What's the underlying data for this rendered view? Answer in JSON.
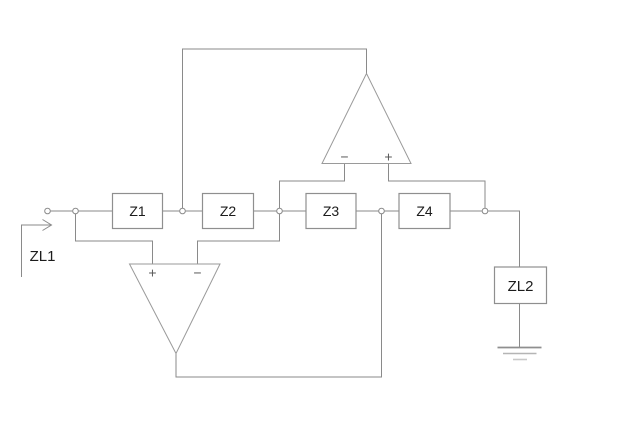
{
  "diagram": {
    "type": "circuit-schematic",
    "components": {
      "z1": {
        "label": "Z1"
      },
      "z2": {
        "label": "Z2"
      },
      "z3": {
        "label": "Z3"
      },
      "z4": {
        "label": "Z4"
      },
      "zl1": {
        "label": "ZL1"
      },
      "zl2": {
        "label": "ZL2"
      },
      "opamp_top": {
        "left_sign": "−",
        "right_sign": "+"
      },
      "opamp_bottom": {
        "left_sign": "+",
        "right_sign": "−"
      }
    },
    "colors": {
      "background": "#ffffff",
      "wire": "#8a8a8a",
      "component_border": "#8f8f8f",
      "component_fill": "#ffffff",
      "label_text": "#1c1c1c",
      "sign_text": "#5a5a5a"
    }
  }
}
